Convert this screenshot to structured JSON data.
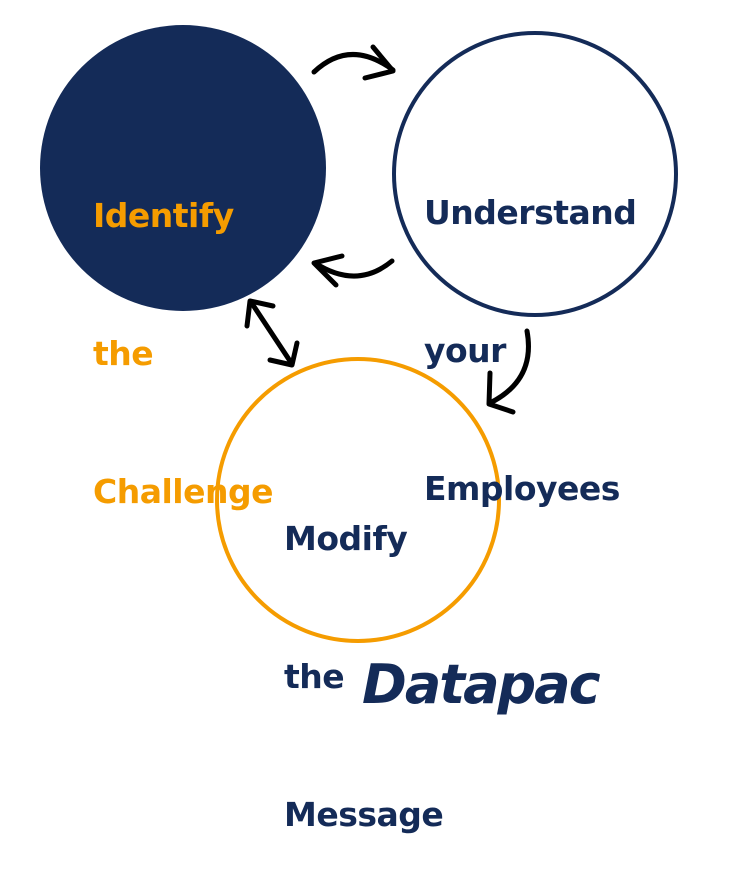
{
  "colors": {
    "navy": "#142b58",
    "orange": "#f59c00",
    "arrow": "#000000",
    "background": "#ffffff"
  },
  "nodes": [
    {
      "id": "identify",
      "lines": [
        "Identify",
        "the",
        "Challenge"
      ],
      "style": "filled-navy"
    },
    {
      "id": "understand",
      "lines": [
        "Understand",
        "your",
        "Employees"
      ],
      "style": "outline-navy"
    },
    {
      "id": "modify",
      "lines": [
        "Modify",
        "the",
        "Message"
      ],
      "style": "outline-orange"
    }
  ],
  "edges": [
    {
      "from": "identify",
      "to": "understand",
      "type": "curved-arrow"
    },
    {
      "from": "understand",
      "to": "identify",
      "type": "curved-arrow"
    },
    {
      "from": "understand",
      "to": "modify",
      "type": "curved-arrow"
    },
    {
      "from": "identify",
      "to": "modify",
      "type": "double-headed-arrow"
    }
  ],
  "logo": {
    "text": "Datapac"
  }
}
